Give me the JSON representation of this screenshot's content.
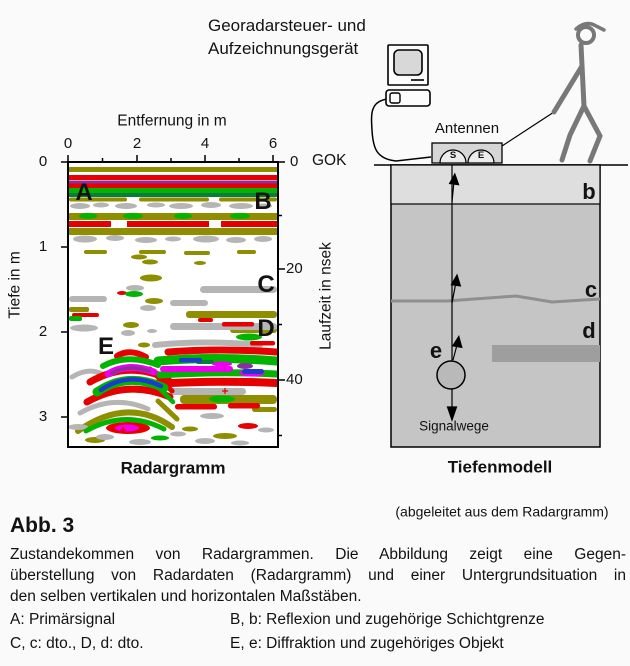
{
  "scene": {
    "device_label": {
      "line1": "Georadarsteuer- und",
      "line2": "Aufzeichnungsgerät"
    },
    "antennas_label": "Antennen",
    "antenna_s": "S",
    "antenna_e": "E",
    "gok_label": "GOK"
  },
  "radargram": {
    "title": "Radargramm",
    "x_axis": {
      "label": "Entfernung in m",
      "ticks": [
        "0",
        "2",
        "4",
        "6"
      ]
    },
    "depth_axis": {
      "label": "Tiefe in m",
      "ticks": [
        "0",
        "1",
        "2",
        "3"
      ]
    },
    "time_axis": {
      "label": "Laufzeit in nsek",
      "ticks": [
        "0",
        "20",
        "40"
      ]
    },
    "markers": {
      "A": "A",
      "B": "B",
      "C": "C",
      "D": "D",
      "E": "E"
    }
  },
  "model": {
    "title": "Tiefenmodell",
    "subtitle": "(abgeleitet aus dem Radargramm)",
    "signal_label": "Signalwege",
    "markers": {
      "b": "b",
      "c": "c",
      "d": "d",
      "e": "e"
    }
  },
  "caption": {
    "figure_label": "Abb. 3",
    "body_line1": "Zustandekommen von Radargrammen. Die Abbildung zeigt eine Gegen-",
    "body_line2": "überstellung von Radardaten (Radargramm) und einer Untergrundsituation in",
    "body_line3": "den selben vertikalen und horizontalen Maßstäben.",
    "legend_rows": [
      {
        "left": "A: Primärsignal",
        "right": "B, b: Reflexion und zugehörige Schichtgrenze"
      },
      {
        "left": "C, c: dto., D, d: dto.",
        "right": "E, e: Diffraktion und zugehöriges Objekt"
      }
    ]
  },
  "chart_data": {
    "type": "heatmap",
    "title": "Radargramm",
    "xlabel": "Entfernung in m",
    "x_range_m": [
      0,
      6
    ],
    "x_ticks": [
      0,
      2,
      4,
      6
    ],
    "ylabel_left": "Tiefe in m",
    "y_left_ticks_m": [
      0,
      1,
      2,
      3
    ],
    "y_range_m": [
      0,
      3.35
    ],
    "ylabel_right": "Laufzeit in nsek",
    "y_right_ticks_nsek": [
      0,
      20,
      40
    ],
    "y_range_nsek": [
      0,
      53
    ],
    "surface_label": "GOK",
    "grid": false,
    "legend": "none",
    "palette": [
      "#8e8e00",
      "#e60000",
      "#ee00ee",
      "#8b2fa0",
      "#00b400",
      "#0a7d3c",
      "#1f3bcf",
      "#b5b5b5"
    ],
    "features": [
      {
        "id": "A",
        "kind": "Primärsignal",
        "x_m": [
          0,
          6
        ],
        "depth_m": [
          0.1,
          1.0
        ],
        "form": "horizontale Multiband-Lamellen"
      },
      {
        "id": "B",
        "kind": "Reflexion",
        "x_m": [
          0,
          6
        ],
        "depth_m": 0.45,
        "form": "durchgehende Reflexionsbänder"
      },
      {
        "id": "C",
        "kind": "Reflexion",
        "x_m": [
          3,
          6
        ],
        "depth_m": 1.45,
        "form": "unruhige Reflexionsbänder"
      },
      {
        "id": "D",
        "kind": "Reflexion",
        "x_m": [
          3,
          6
        ],
        "depth_m": 1.95,
        "form": "kräftige Reflexionsbänder"
      },
      {
        "id": "E",
        "kind": "Diffraktion",
        "apex_x_m": 1.8,
        "apex_depth_m": 2.2,
        "form": "Diffraktionshyperbel"
      }
    ],
    "model_panel": {
      "boundary_b_depth_m": 0.49,
      "boundary_c_depth_m": 1.62,
      "object_d_depth_m": [
        2.15,
        2.35
      ],
      "object_e_center_depth_m": 2.5
    }
  },
  "colors": {
    "model_layer_top": "#dedede",
    "model_body": "#c5c5c5",
    "model_object_bar": "#9e9e9e",
    "boundary_line": "#8f8f8f",
    "person": "#787878"
  }
}
